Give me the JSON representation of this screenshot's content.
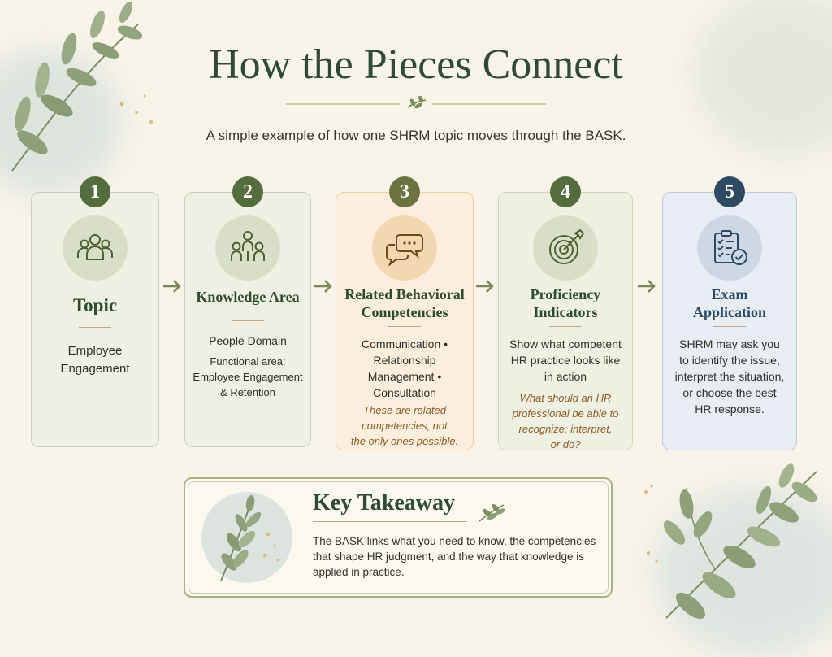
{
  "title": "How the Pieces Connect",
  "subtitle": "A simple example of how one SHRM topic moves through the BASK.",
  "steps": [
    {
      "number": "1",
      "icon": "people-group-icon",
      "heading": [
        "Topic"
      ],
      "body": [
        "Employee",
        "Engagement"
      ]
    },
    {
      "number": "2",
      "icon": "org-people-icon",
      "heading": [
        "Knowledge Area"
      ],
      "main": "People Domain",
      "sub": [
        "Functional area:",
        "Employee Engagement",
        "& Retention"
      ]
    },
    {
      "number": "3",
      "icon": "chat-bubbles-icon",
      "heading": [
        "Related Behavioral",
        "Competencies"
      ],
      "body": [
        "Communication •",
        "Relationship",
        "Management •",
        "Consultation"
      ],
      "note": [
        "These are related",
        "competencies, not",
        "the only ones possible."
      ]
    },
    {
      "number": "4",
      "icon": "target-icon",
      "heading": [
        "Proficiency",
        "Indicators"
      ],
      "body": [
        "Show what competent",
        "HR practice looks like",
        "in action"
      ],
      "note": [
        "What should an HR",
        "professional be able to",
        "recognize, interpret,",
        "or do?"
      ]
    },
    {
      "number": "5",
      "icon": "checklist-icon",
      "heading": [
        "Exam",
        "Application"
      ],
      "body": [
        "SHRM may ask you",
        "to identify the issue,",
        "interpret the situation,",
        "or choose the best",
        "HR response."
      ]
    }
  ],
  "takeaway": {
    "title": "Key Takeaway",
    "text": "The BASK links what you need to know, the competencies that shape HR judgment, and the way that knowledge is applied in practice."
  },
  "colors": {
    "green_dark": "#2f4a37",
    "olive": "#556d3d",
    "navy": "#2e4a63",
    "accent_orange": "#8a5b25",
    "background": "#f8f4ea"
  }
}
